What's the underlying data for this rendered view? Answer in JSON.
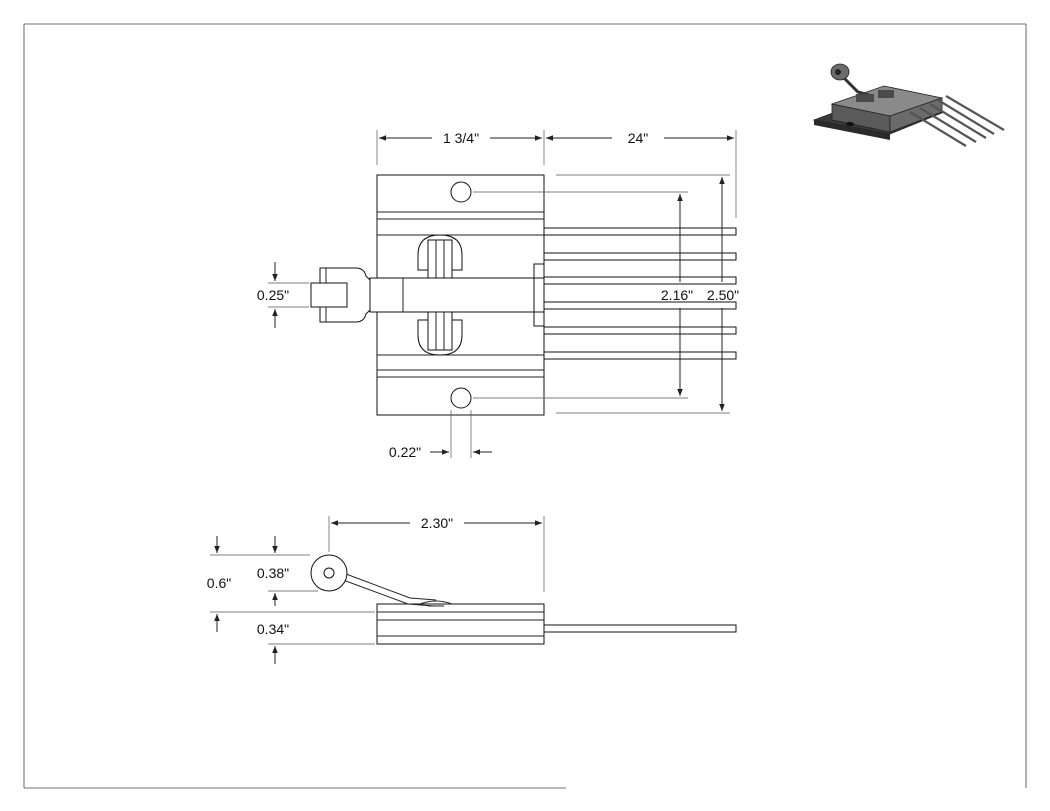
{
  "dimensions": {
    "width_top": "1 3/4\"",
    "lead_length": "24\"",
    "hole_spacing": "2.16\"",
    "overall_height": "2.50\"",
    "tab_width": "0.25\"",
    "hole_diameter": "0.22\"",
    "side_length": "2.30\"",
    "overall_thickness": "0.6\"",
    "roller_diameter": "0.38\"",
    "body_thickness": "0.34\""
  },
  "colors": {
    "line": "#222222",
    "body_dark": "#3a3a3a",
    "body_mid": "#6b6b6b",
    "body_light": "#9a9a9a"
  }
}
